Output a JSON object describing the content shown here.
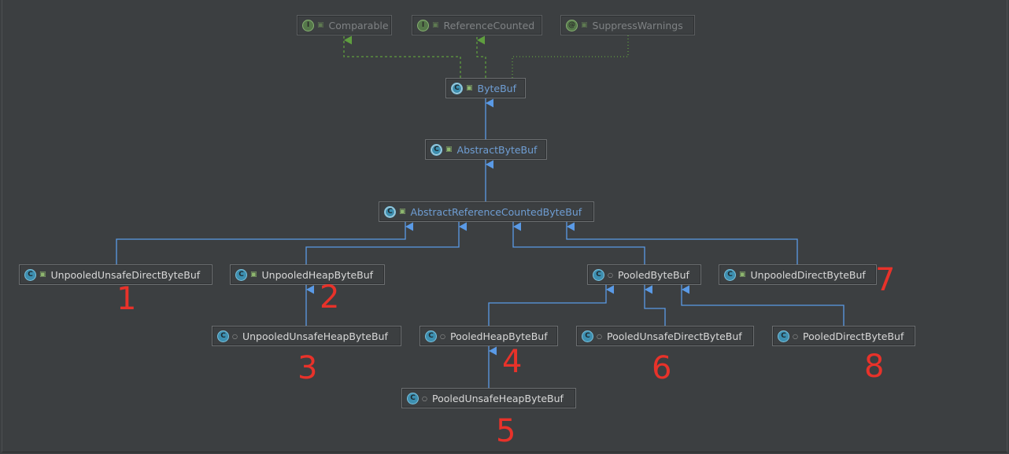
{
  "diagram": {
    "nodes": [
      {
        "id": "comparable",
        "label": "Comparable",
        "kind": "interface",
        "modifier": "public",
        "dimmed": true
      },
      {
        "id": "referencecounted",
        "label": "ReferenceCounted",
        "kind": "interface",
        "modifier": "public",
        "dimmed": true
      },
      {
        "id": "suppresswarnings",
        "label": "SuppressWarnings",
        "kind": "annotation",
        "modifier": "public",
        "dimmed": true
      },
      {
        "id": "bytebuf",
        "label": "ByteBuf",
        "kind": "abstract-class",
        "modifier": "public",
        "dimmed": false
      },
      {
        "id": "abstractbytebuf",
        "label": "AbstractByteBuf",
        "kind": "abstract-class",
        "modifier": "public",
        "dimmed": false
      },
      {
        "id": "abstractreferencecountedbytebuf",
        "label": "AbstractReferenceCountedByteBuf",
        "kind": "abstract-class",
        "modifier": "public",
        "dimmed": false
      },
      {
        "id": "unpooledunsafedirectbytebuf",
        "label": "UnpooledUnsafeDirectByteBuf",
        "kind": "class",
        "modifier": "public",
        "dimmed": false
      },
      {
        "id": "unpooledheapbytebuf",
        "label": "UnpooledHeapByteBuf",
        "kind": "class",
        "modifier": "public",
        "dimmed": false
      },
      {
        "id": "pooledbytebuf",
        "label": "PooledByteBuf",
        "kind": "class",
        "modifier": "package",
        "dimmed": false
      },
      {
        "id": "unpooleddirectbytebuf",
        "label": "UnpooledDirectByteBuf",
        "kind": "class",
        "modifier": "public",
        "dimmed": false
      },
      {
        "id": "unpooledunsafeheapbytebuf",
        "label": "UnpooledUnsafeHeapByteBuf",
        "kind": "class",
        "modifier": "package",
        "dimmed": false
      },
      {
        "id": "pooledheapbytebuf",
        "label": "PooledHeapByteBuf",
        "kind": "class",
        "modifier": "package",
        "dimmed": false
      },
      {
        "id": "pooledunsafedirectbytebuf",
        "label": "PooledUnsafeDirectByteBuf",
        "kind": "final-class",
        "modifier": "package",
        "dimmed": false
      },
      {
        "id": "pooleddirectbytebuf",
        "label": "PooledDirectByteBuf",
        "kind": "final-class",
        "modifier": "package",
        "dimmed": false
      },
      {
        "id": "pooledunsafeheapbytebuf",
        "label": "PooledUnsafeHeapByteBuf",
        "kind": "final-class",
        "modifier": "package",
        "dimmed": false
      }
    ],
    "edges": [
      {
        "from": "bytebuf",
        "to": "comparable",
        "type": "implements"
      },
      {
        "from": "bytebuf",
        "to": "referencecounted",
        "type": "implements"
      },
      {
        "from": "bytebuf",
        "to": "suppresswarnings",
        "type": "annotated"
      },
      {
        "from": "abstractbytebuf",
        "to": "bytebuf",
        "type": "extends"
      },
      {
        "from": "abstractreferencecountedbytebuf",
        "to": "abstractbytebuf",
        "type": "extends"
      },
      {
        "from": "unpooledunsafedirectbytebuf",
        "to": "abstractreferencecountedbytebuf",
        "type": "extends"
      },
      {
        "from": "unpooledheapbytebuf",
        "to": "abstractreferencecountedbytebuf",
        "type": "extends"
      },
      {
        "from": "pooledbytebuf",
        "to": "abstractreferencecountedbytebuf",
        "type": "extends"
      },
      {
        "from": "unpooleddirectbytebuf",
        "to": "abstractreferencecountedbytebuf",
        "type": "extends"
      },
      {
        "from": "unpooledunsafeheapbytebuf",
        "to": "unpooledheapbytebuf",
        "type": "extends"
      },
      {
        "from": "pooledheapbytebuf",
        "to": "pooledbytebuf",
        "type": "extends"
      },
      {
        "from": "pooledunsafedirectbytebuf",
        "to": "pooledbytebuf",
        "type": "extends"
      },
      {
        "from": "pooleddirectbytebuf",
        "to": "pooledbytebuf",
        "type": "extends"
      },
      {
        "from": "pooledunsafeheapbytebuf",
        "to": "pooledheapbytebuf",
        "type": "extends"
      }
    ],
    "annotations": [
      {
        "id": "n1",
        "text": "1",
        "near": "unpooledunsafedirectbytebuf"
      },
      {
        "id": "n2",
        "text": "2",
        "near": "unpooledheapbytebuf"
      },
      {
        "id": "n3",
        "text": "3",
        "near": "unpooledunsafeheapbytebuf"
      },
      {
        "id": "n4",
        "text": "4",
        "near": "pooledheapbytebuf"
      },
      {
        "id": "n5",
        "text": "5",
        "near": "pooledunsafeheapbytebuf"
      },
      {
        "id": "n6",
        "text": "6",
        "near": "pooledunsafedirectbytebuf"
      },
      {
        "id": "n7",
        "text": "7",
        "near": "unpooleddirectbytebuf"
      },
      {
        "id": "n8",
        "text": "8",
        "near": "pooleddirectbytebuf"
      }
    ],
    "colors": {
      "background": "#3c3f41",
      "extends_arrow": "#5a9ae6",
      "implements_arrow": "#5f9e3f",
      "annotation_line": "#5f9e3f",
      "handwritten": "#e8322a",
      "node_border": "#6b6e70",
      "node_text": "#d8d8d8",
      "interface_text": "#6f9ed4"
    },
    "icons": {
      "class": "class-icon",
      "abstract-class": "abstract-class-icon",
      "interface": "interface-icon",
      "annotation": "annotation-icon",
      "final-class": "final-class-icon",
      "public": "public-modifier-icon",
      "package": "package-private-modifier-icon"
    }
  }
}
